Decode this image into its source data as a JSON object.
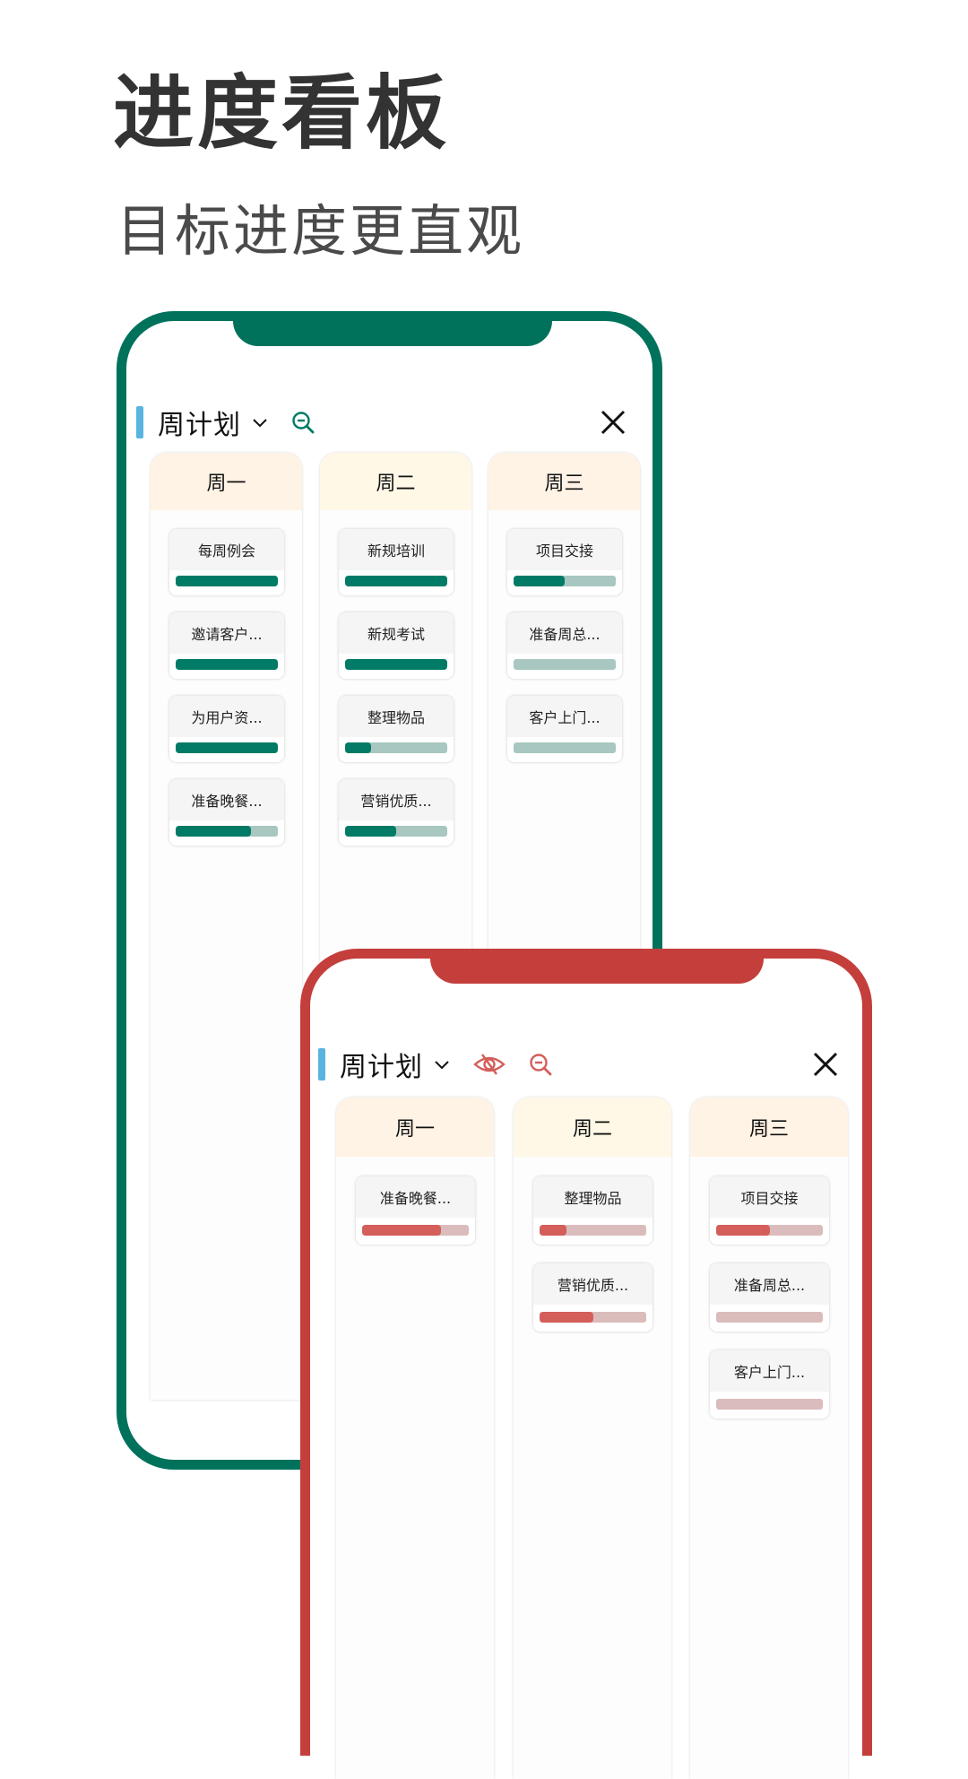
{
  "hero": {
    "title": "进度看板",
    "subtitle": "目标进度更直观"
  },
  "colors": {
    "green_frame": "#00725c",
    "red_frame": "#c43e3b",
    "green_progress": "#017b65",
    "green_track": "#a8c7c1",
    "red_progress": "#d45e5a",
    "red_track": "#dbbcbc",
    "accent_bar": "#5ab4e0"
  },
  "phone_green": {
    "plan_title": "周计划",
    "icons": [
      "chevron-down-icon",
      "zoom-out-icon",
      "close-icon"
    ],
    "columns": [
      {
        "label": "周一",
        "cards": [
          {
            "title": "每周例会",
            "progress": 100
          },
          {
            "title": "邀请客户...",
            "progress": 100
          },
          {
            "title": "为用户资...",
            "progress": 100
          },
          {
            "title": "准备晚餐...",
            "progress": 74
          }
        ]
      },
      {
        "label": "周二",
        "cards": [
          {
            "title": "新规培训",
            "progress": 100
          },
          {
            "title": "新规考试",
            "progress": 100
          },
          {
            "title": "整理物品",
            "progress": 25
          },
          {
            "title": "营销优质...",
            "progress": 50
          }
        ]
      },
      {
        "label": "周三",
        "cards": [
          {
            "title": "项目交接",
            "progress": 50
          },
          {
            "title": "准备周总...",
            "progress": 0
          },
          {
            "title": "客户上门...",
            "progress": 0
          }
        ]
      }
    ]
  },
  "phone_red": {
    "plan_title": "周计划",
    "icons": [
      "chevron-down-icon",
      "eye-off-icon",
      "zoom-out-icon",
      "close-icon"
    ],
    "columns": [
      {
        "label": "周一",
        "cards": [
          {
            "title": "准备晚餐...",
            "progress": 74
          }
        ]
      },
      {
        "label": "周二",
        "cards": [
          {
            "title": "整理物品",
            "progress": 25
          },
          {
            "title": "营销优质...",
            "progress": 50
          }
        ]
      },
      {
        "label": "周三",
        "cards": [
          {
            "title": "项目交接",
            "progress": 50
          },
          {
            "title": "准备周总...",
            "progress": 0
          },
          {
            "title": "客户上门...",
            "progress": 0
          }
        ]
      }
    ]
  }
}
